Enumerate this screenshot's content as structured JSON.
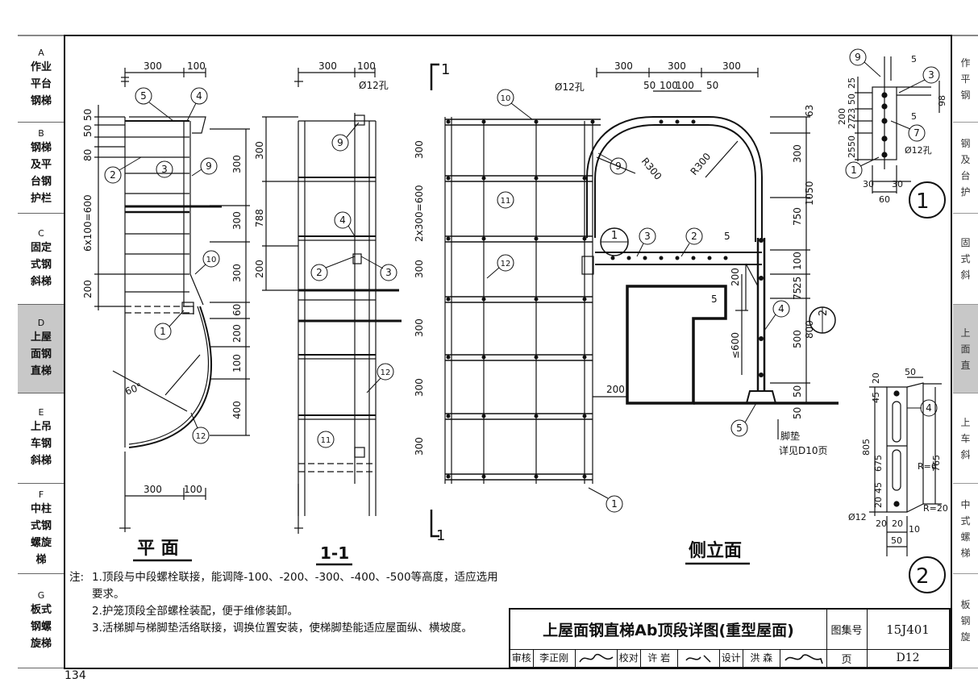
{
  "left_tabs": [
    {
      "letter": "A",
      "lines": [
        "作业",
        "平台",
        "钢梯"
      ],
      "active": false
    },
    {
      "letter": "B",
      "lines": [
        "钢梯",
        "及平",
        "台钢",
        "护栏"
      ],
      "active": false
    },
    {
      "letter": "C",
      "lines": [
        "固定",
        "式钢",
        "斜梯"
      ],
      "active": false
    },
    {
      "letter": "D",
      "lines": [
        "上屋",
        "面钢",
        "直梯"
      ],
      "active": true
    },
    {
      "letter": "E",
      "lines": [
        "上吊",
        "车钢",
        "斜梯"
      ],
      "active": false
    },
    {
      "letter": "F",
      "lines": [
        "中柱",
        "式钢",
        "螺旋",
        "梯"
      ],
      "active": false
    },
    {
      "letter": "G",
      "lines": [
        "板式",
        "钢螺",
        "旋梯"
      ],
      "active": false
    }
  ],
  "right_tabs": [
    {
      "lines": [
        "作",
        "平",
        "钢"
      ],
      "active": false
    },
    {
      "lines": [
        "钢",
        "及",
        "台",
        "护"
      ],
      "active": false
    },
    {
      "lines": [
        "固",
        "式",
        "斜"
      ],
      "active": false
    },
    {
      "lines": [
        "上",
        "面",
        "直"
      ],
      "active": true
    },
    {
      "lines": [
        "上",
        "车",
        "斜"
      ],
      "active": false
    },
    {
      "lines": [
        "中",
        "式",
        "螺",
        "梯"
      ],
      "active": false
    },
    {
      "lines": [
        "板",
        "钢",
        "旋"
      ],
      "active": false
    }
  ],
  "views": {
    "plan_title": "平 面",
    "section_title": "1-1",
    "elevation_title": "侧立面",
    "section_mark": "1",
    "detail_1": "1",
    "detail_2": "2"
  },
  "dims": {
    "d300": "300",
    "d100": "100",
    "d50": "50",
    "d80": "80",
    "d6x100": "6x100=600",
    "d200": "200",
    "d788": "788",
    "d60": "60",
    "d400": "400",
    "d2x300": "2x300=600",
    "d63": "63",
    "d1050": "1050",
    "d750": "750",
    "d800": "800",
    "d500": "500",
    "d75": "75",
    "d25": "25",
    "le600": "≤600",
    "d5": "5",
    "d98": "98",
    "d23": "23",
    "d27": "27",
    "d30": "30",
    "d20": "20",
    "d45": "45",
    "d805": "805",
    "d675": "675",
    "d765": "765",
    "d10": "10",
    "r300": "R300",
    "r6": "R=6",
    "r20": "R=20",
    "ang60": "60°",
    "hole12": "Ø12孔",
    "dia12": "Ø12"
  },
  "labels": {
    "foot_pad": "脚垫",
    "see_page": "详见D10页",
    "c1": "1",
    "c2": "2",
    "c3": "3",
    "c4": "4",
    "c5": "5",
    "c7": "7",
    "c9": "9",
    "c10": "10",
    "c11": "11",
    "c12": "12"
  },
  "notes": {
    "lead": "注:",
    "items": [
      "1.顶段与中段螺栓联接，能调降-100、-200、-300、-400、-500等高度，适应选用要求。",
      "2.护笼顶段全部螺栓装配，便于维修装卸。",
      "3.活梯脚与梯脚垫活络联接，调换位置安装，使梯脚垫能适应屋面纵、横坡度。"
    ]
  },
  "titleblock": {
    "title": "上屋面钢直梯Ab顶段详图(重型屋面)",
    "atlas_label": "图集号",
    "atlas_no": "15J401",
    "page_label": "页",
    "page_no": "D12",
    "review_label": "审核",
    "reviewer": "李正刚",
    "check_label": "校对",
    "checker": "许 岩",
    "design_label": "设计",
    "designer": "洪 森"
  },
  "page_number": "134"
}
